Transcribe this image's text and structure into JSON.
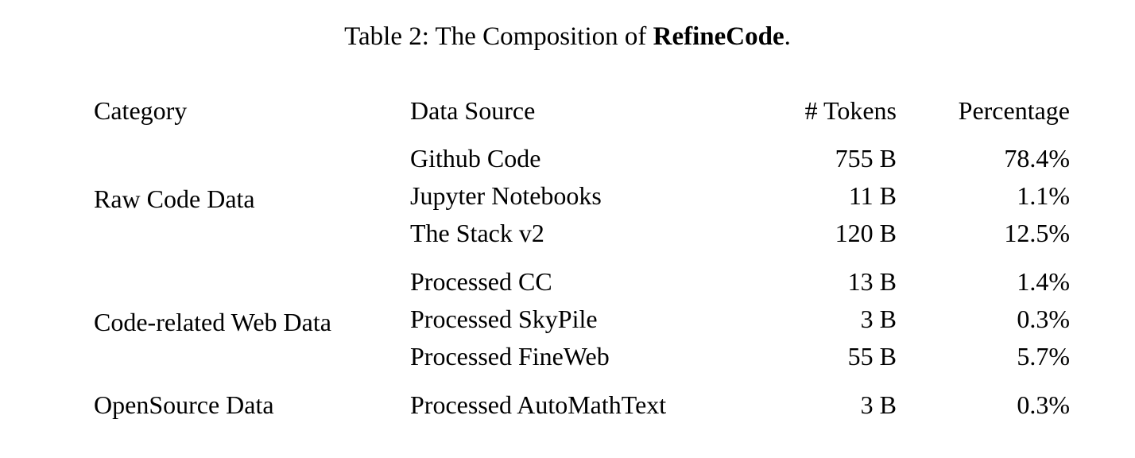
{
  "caption": {
    "prefix": "Table 2: The Composition of ",
    "emphasis": "RefineCode",
    "suffix": ".",
    "full": "Table 2: The Composition of RefineCode."
  },
  "table": {
    "columns": [
      {
        "key": "category",
        "label": "Category",
        "align": "left"
      },
      {
        "key": "source",
        "label": "Data Source",
        "align": "left"
      },
      {
        "key": "tokens",
        "label": "# Tokens",
        "align": "right"
      },
      {
        "key": "percentage",
        "label": "Percentage",
        "align": "right"
      }
    ],
    "groups": [
      {
        "category": "Raw Code Data",
        "rows": [
          {
            "source": "Github Code",
            "tokens": "755 B",
            "percentage": "78.4%"
          },
          {
            "source": "Jupyter Notebooks",
            "tokens": "11 B",
            "percentage": "1.1%"
          },
          {
            "source": "The Stack v2",
            "tokens": "120 B",
            "percentage": "12.5%"
          }
        ]
      },
      {
        "category": "Code-related Web Data",
        "rows": [
          {
            "source": "Processed CC",
            "tokens": "13 B",
            "percentage": "1.4%"
          },
          {
            "source": "Processed SkyPile",
            "tokens": "3 B",
            "percentage": "0.3%"
          },
          {
            "source": "Processed FineWeb",
            "tokens": "55 B",
            "percentage": "5.7%"
          }
        ]
      },
      {
        "category": "OpenSource Data",
        "rows": [
          {
            "source": "Processed AutoMathText",
            "tokens": "3 B",
            "percentage": "0.3%"
          }
        ]
      }
    ]
  },
  "colors": {
    "page_background": "#ffffff",
    "text": "#000000",
    "rule": "#000000"
  }
}
